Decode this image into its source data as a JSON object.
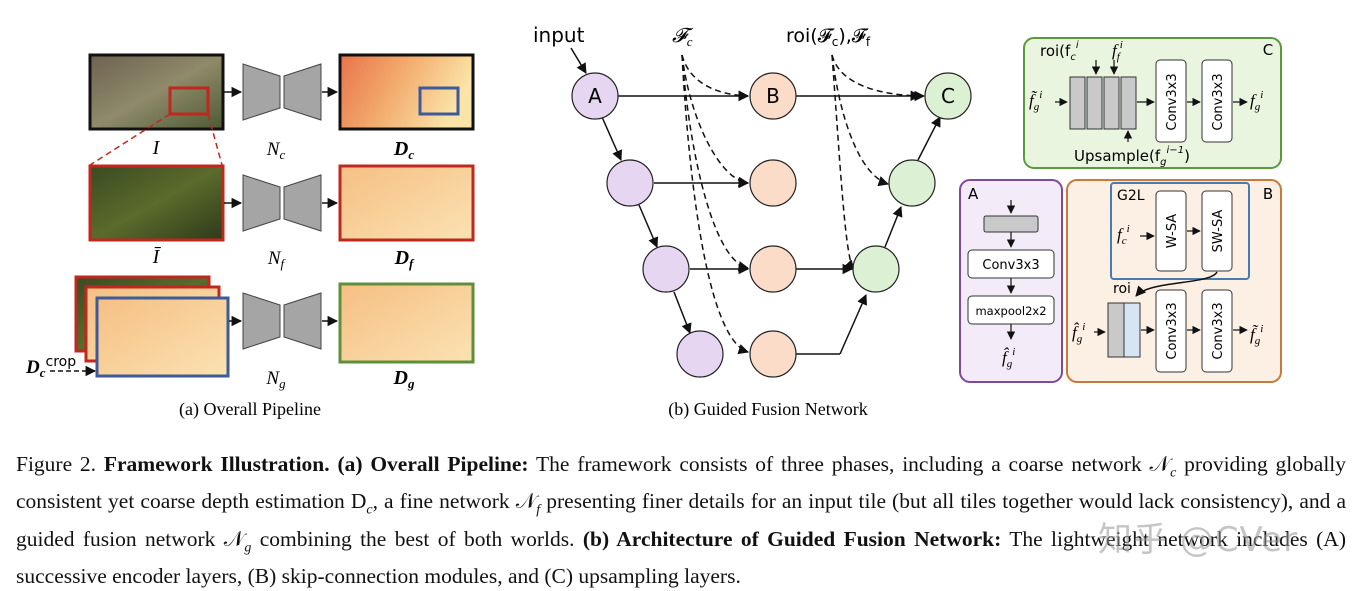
{
  "pipeline": {
    "labels": {
      "I": "I",
      "Dc": "D",
      "Dc_sub": "c",
      "Nc": "N",
      "Nc_sub": "c",
      "Ibar": "Ī",
      "Nf": "N",
      "Nf_sub": "f",
      "Df": "D",
      "Df_sub": "f",
      "Ng": "N",
      "Ng_sub": "g",
      "Dg": "D",
      "Dg_sub": "g",
      "crop_D": "D",
      "crop_sub": "c",
      "crop_sup": "crop"
    },
    "subcaption": "(a) Overall Pipeline"
  },
  "fusion": {
    "input": "input",
    "Fc": "𝓕",
    "Fc_sub": "c",
    "roi": "roi(𝓕",
    "roi_sub": "c",
    "roi_tail": "),𝓕",
    "roi_tail_sub": "f",
    "nodeA": "A",
    "nodeB": "B",
    "nodeC": "C",
    "subcaption": "(b) Guided Fusion Network"
  },
  "panelC": {
    "tag": "C",
    "roi_label": "roi(f",
    "roi_sub": "c",
    "roi_sup": "i",
    "ff": "f",
    "ff_sub": "f",
    "ff_sup": "i",
    "in": "f̃",
    "in_sub": "g",
    "in_sup": "i",
    "conv1": "Conv3x3",
    "conv2": "Conv3x3",
    "out": "f",
    "out_sub": "g",
    "out_sup": "i",
    "upsample": "Upsample(f",
    "up_sub": "g",
    "up_sup": "i−1",
    "colors": {
      "border": "#5a9a3c",
      "fill": "#eaf5e0"
    }
  },
  "panelA": {
    "tag": "A",
    "conv": "Conv3x3",
    "pool": "maxpool2x2",
    "out": "f̂",
    "out_sub": "g",
    "out_sup": "i",
    "colors": {
      "border": "#7d4a9e",
      "fill": "#f3ebf8"
    }
  },
  "panelB": {
    "tag": "B",
    "g2l": "G2L",
    "in1": "f",
    "in1_sub": "c",
    "in1_sup": "i",
    "wsa": "W-SA",
    "swsa": "SW-SA",
    "roi": "roi",
    "in2": "f̂",
    "in2_sub": "g",
    "in2_sup": "i",
    "conv1": "Conv3x3",
    "conv2": "Conv3x3",
    "out": "f̃",
    "out_sub": "g",
    "out_sup": "i",
    "colors": {
      "border": "#c77a3a",
      "fill": "#fcefe4",
      "g2l": "#4a7bb0"
    }
  },
  "caption": {
    "fig": "Figure 2.",
    "bold1": "Framework Illustration.",
    "bold2": "(a) Overall Pipeline:",
    "text1": "The framework consists of three phases, including a coarse network 𝒩",
    "sub1": "c",
    "text2": "providing globally consistent yet coarse depth estimation D",
    "sub2": "c",
    "text3": ", a fine network 𝒩",
    "sub3": "f",
    "text4": "presenting finer details for an input tile (but all tiles together would lack consistency), and a guided fusion network 𝒩",
    "sub4": "g",
    "text5": "combining the best of both worlds.",
    "bold3": "(b) Architecture of Guided Fusion Network:",
    "text6": "The lightweight network includes (A) successive encoder layers, (B) skip-connection modules, and (C) upsampling layers."
  },
  "watermark": "知乎 @CVer"
}
